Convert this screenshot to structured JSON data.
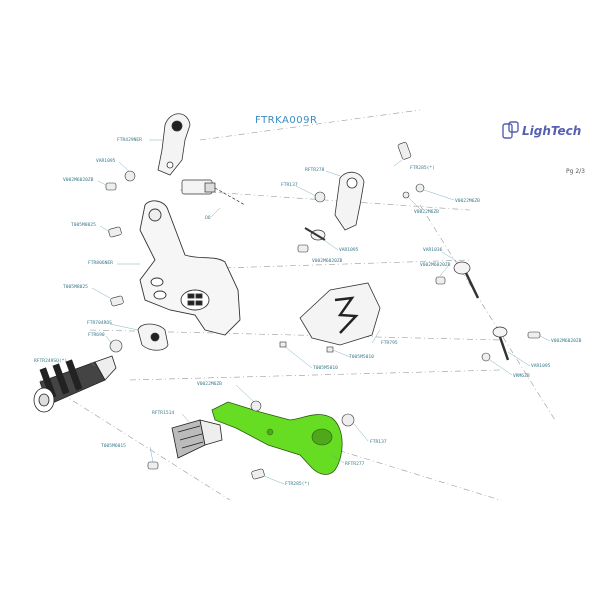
{
  "header": {
    "title": "FTRKA009R",
    "page_indicator": "Pg 2/3",
    "brand": "LighTech"
  },
  "labels": {
    "ftr429ner": "FTR429NER",
    "var1095_a": "VAR1095",
    "v002m6020zb_a": "V002M6020ZB",
    "t005m8025_a": "T005M8025",
    "ftr806ner": "FTR806NER",
    "t005m8025_b": "T005M8025",
    "ftr704ros": "FTR704ROS",
    "ftr690": "FTR690",
    "rftr249sq": "RFTR249SQ(*)",
    "oo": "OO",
    "ftr137_a": "FTR137",
    "rftr278": "RFTR278",
    "var1095_b": "VAR1095",
    "v002m6020zb_b": "V002M6020ZB",
    "ftr285_a": "FTR285(*)",
    "v0022m6zb_a": "V0022M6ZB",
    "v0022m6zb_b": "V0022M6ZB",
    "var1036": "VAR1036",
    "v002m6020zb_c": "V002M6020ZB",
    "ftr795": "FTR795",
    "t005m5010_a": "T005M5010",
    "t005m5010_b": "T005M5010",
    "v002m6020zb_d": "V002M6020ZB",
    "var1095_c": "VAR1095",
    "vrm6zb": "VRM6ZB",
    "v0022m6zb_c": "V0022M6ZB",
    "rftr1514": "RFTR1514",
    "t005m6015": "T005M6015",
    "ftr137_b": "FTR137",
    "rftr277": "RFTR277",
    "ftr285_b": "FTR285(*)"
  },
  "colors": {
    "highlight": "#66dd22",
    "line": "#333333",
    "label": "#3a7a8a",
    "title": "#3d8bbf",
    "brand": "#5560b0"
  }
}
